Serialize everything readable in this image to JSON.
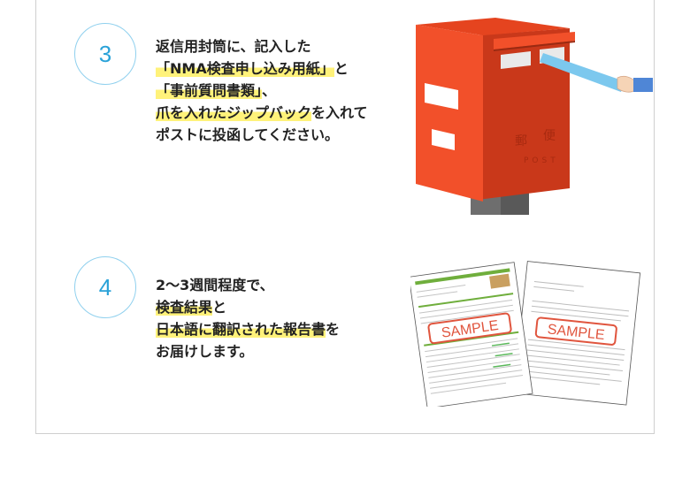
{
  "steps": [
    {
      "number": "3",
      "lines": [
        {
          "pre": "返信用封筒に、記入した",
          "hl": "",
          "post": ""
        },
        {
          "pre": "",
          "hl": "「NMA検査申し込み用紙」",
          "post": "と"
        },
        {
          "pre": "",
          "hl": "「事前質問書類」",
          "post": "、"
        },
        {
          "pre": "",
          "hl": "爪を入れたジップバック",
          "post": "を入れて"
        },
        {
          "pre": "ポストに投函してください。",
          "hl": "",
          "post": ""
        }
      ],
      "mailbox": {
        "kanji_1": "郵",
        "kanji_2": "便",
        "label": "POST"
      }
    },
    {
      "number": "4",
      "lines": [
        {
          "pre": "2〜3週間程度で、",
          "hl": "",
          "post": ""
        },
        {
          "pre": "",
          "hl": "検査結果",
          "post": "と"
        },
        {
          "pre": "",
          "hl": "日本語に翻訳された報告書",
          "post": "を"
        },
        {
          "pre": "お届けします。",
          "hl": "",
          "post": ""
        }
      ],
      "sample_stamp": "SAMPLE"
    }
  ],
  "colors": {
    "circle_border": "#8fd0ee",
    "circle_number": "#2aa2d8",
    "highlight": "#fff27a",
    "mailbox": "#f2502a",
    "mailbox_dark": "#c9381a",
    "stamp": "#e0553e"
  }
}
